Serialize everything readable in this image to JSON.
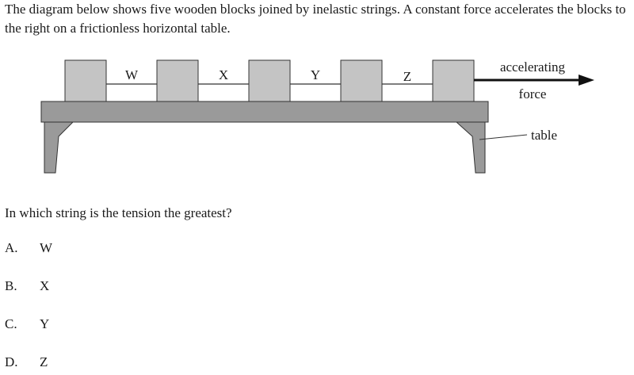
{
  "intro_text": "The diagram below shows five wooden blocks joined by inelastic strings.  A constant force accelerates the blocks to the right on a frictionless horizontal table.",
  "diagram": {
    "strings": [
      "W",
      "X",
      "Y",
      "Z"
    ],
    "force_label_line1": "accelerating",
    "force_label_line2": "force",
    "table_label": "table",
    "colors": {
      "block_fill": "#c4c4c4",
      "table_fill": "#9a9a9a",
      "outline": "#333333",
      "arrow": "#111111"
    }
  },
  "question": "In which string is the tension the greatest?",
  "choices": [
    {
      "letter": "A.",
      "text": "W"
    },
    {
      "letter": "B.",
      "text": "X"
    },
    {
      "letter": "C.",
      "text": "Y"
    },
    {
      "letter": "D.",
      "text": "Z"
    }
  ]
}
